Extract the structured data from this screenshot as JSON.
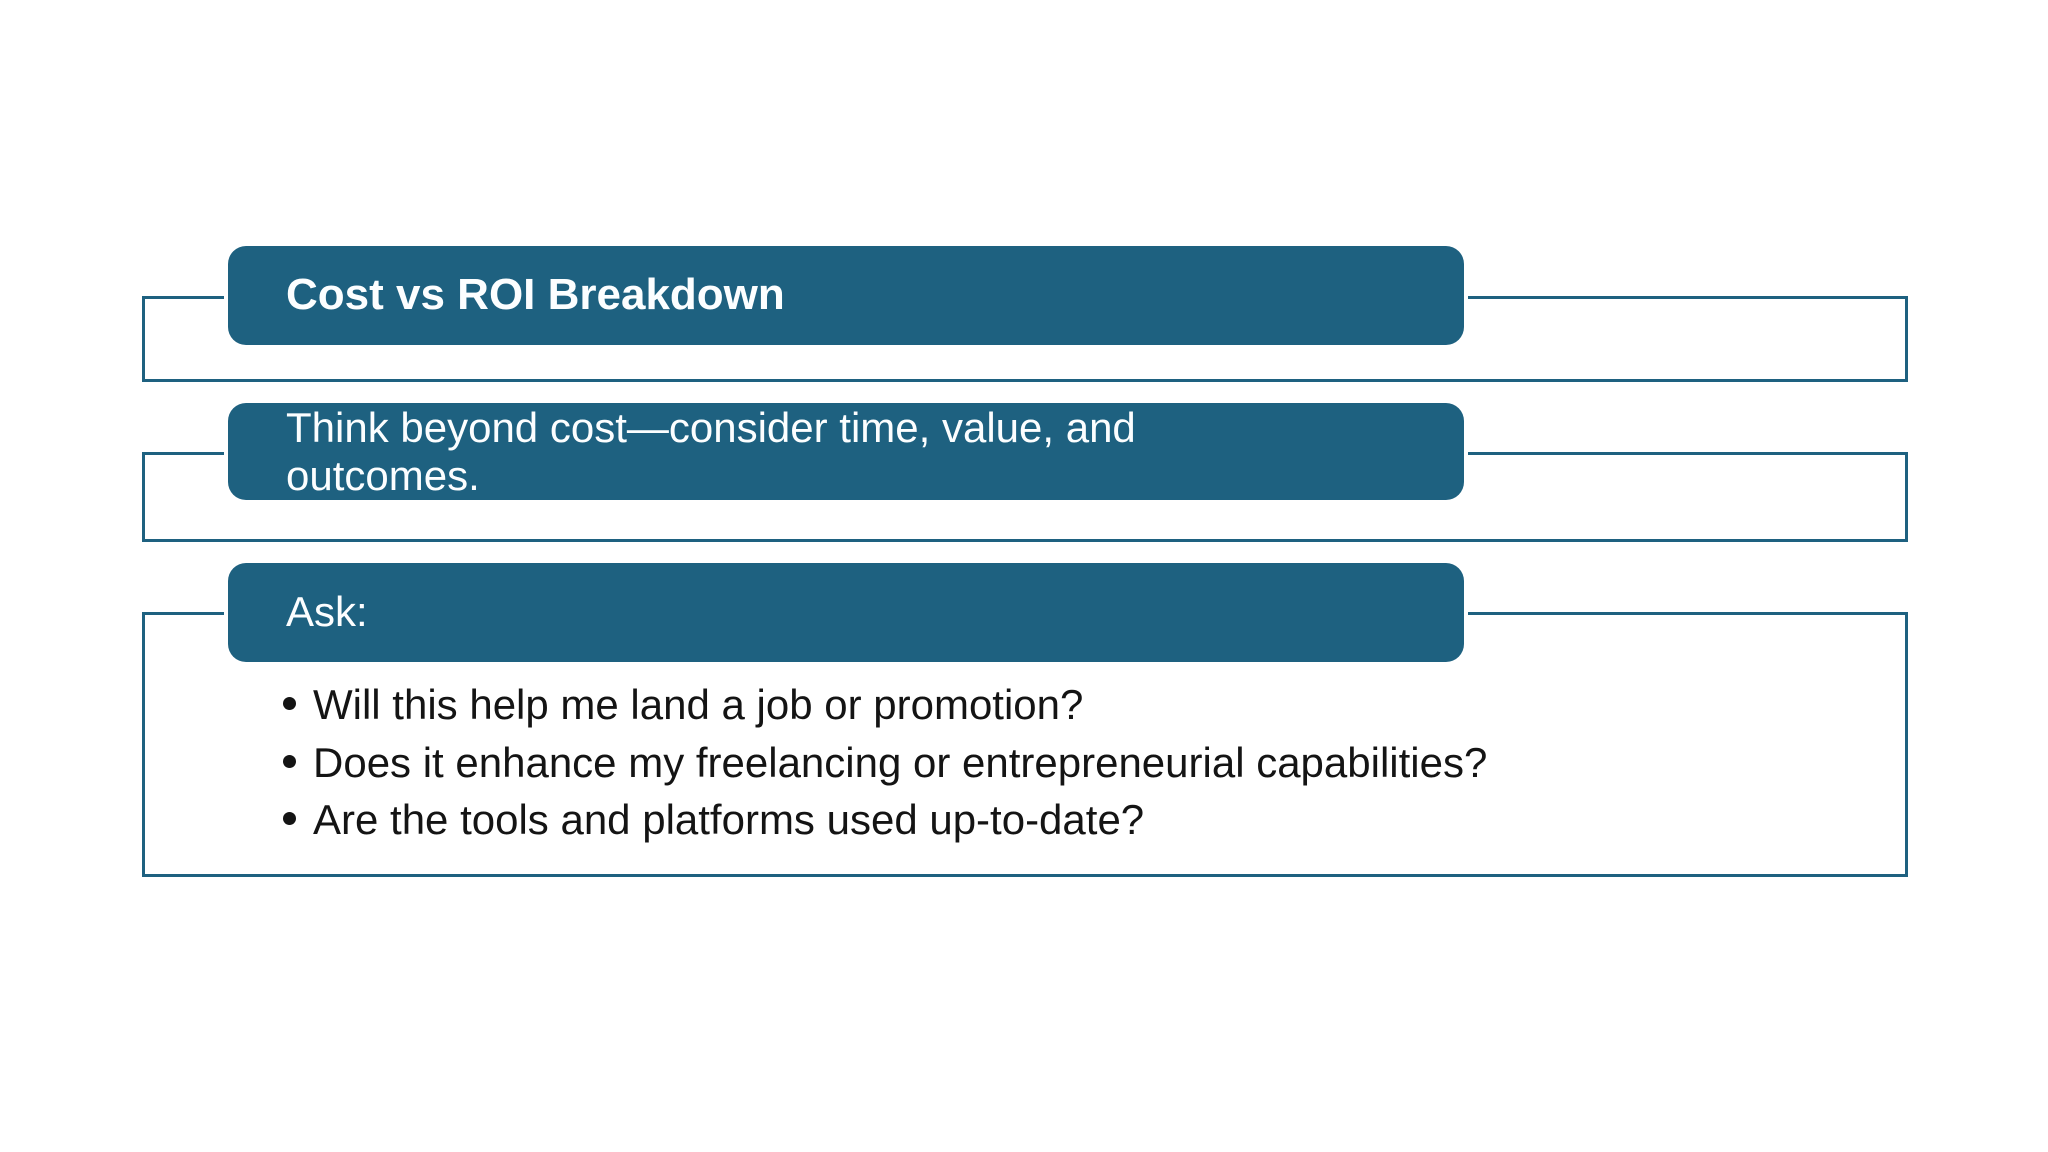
{
  "slide": {
    "colors": {
      "accent": "#1e6180",
      "outline_border": "#1e6180",
      "box_text": "#fcfeff",
      "body_text": "#141414",
      "background": "#ffffff"
    }
  },
  "sections": [
    {
      "id": "header",
      "label": "Cost vs ROI Breakdown",
      "emphasis": "bold",
      "items": []
    },
    {
      "id": "subheader",
      "label": "Think beyond cost—consider time, value, and outcomes.",
      "lines": [
        "Think beyond cost—consider time, value, and",
        "outcomes."
      ],
      "items": []
    },
    {
      "id": "ask",
      "label": "Ask:",
      "items": [
        "Will this help me land a job or promotion?",
        "Does it enhance my freelancing or entrepreneurial capabilities?",
        "Are the tools and platforms used up-to-date?"
      ]
    }
  ]
}
